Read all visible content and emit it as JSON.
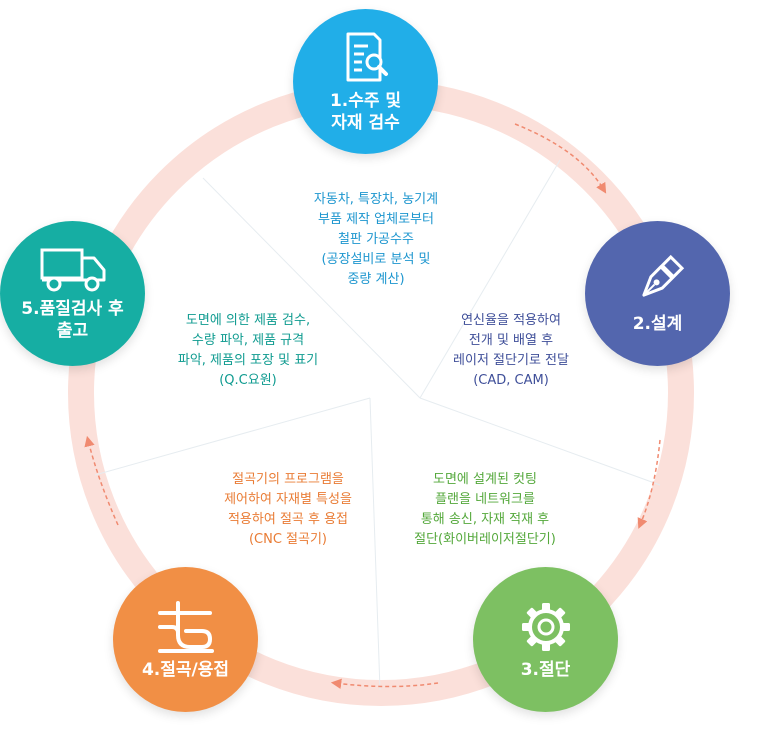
{
  "steps": [
    {
      "title": "1.수주 및\n자재 검수",
      "icon": "document-search-icon",
      "color": "#21aee8",
      "description": [
        "자동차, 특장차, 농기계",
        "부품 제작 업체로부터",
        "철판 가공수주",
        "(공장설비로 분석 및",
        "중량 계산)"
      ],
      "text_color": "#1d96cf"
    },
    {
      "title": "2.설계",
      "icon": "pen-nib-icon",
      "color": "#5366ae",
      "description": [
        "연신율을 적용하여",
        "전개 및 배열 후",
        "레이저 절단기로 전달",
        "(CAD, CAM)"
      ],
      "text_color": "#3f4f99"
    },
    {
      "title": "3.절단",
      "icon": "gear-icon",
      "color": "#7dc062",
      "description": [
        "도면에 설계된 컷팅",
        "플랜을 네트워크를",
        "통해 송신, 자재 적재 후",
        "절단(화이버레이저절단기)"
      ],
      "text_color": "#54a83b"
    },
    {
      "title": "4.절곡/용접",
      "icon": "bending-icon",
      "color": "#f18f45",
      "description": [
        "절곡기의 프로그램을",
        "제어하여 자재별 특성을",
        "적용하여 절곡 후 용접",
        "(CNC 절곡기)"
      ],
      "text_color": "#e97c35"
    },
    {
      "title": "5.품질검사 후\n출고",
      "icon": "truck-icon",
      "color": "#16aea3",
      "description": [
        "도면에 의한 제품 검수,",
        "수량 파악, 제품 규격",
        "파악, 제품의 포장 및 표기",
        "(Q.C요원)"
      ],
      "text_color": "#0f9b90"
    }
  ],
  "ring_color": "#fbe0da",
  "arrow_color": "#f08a70"
}
